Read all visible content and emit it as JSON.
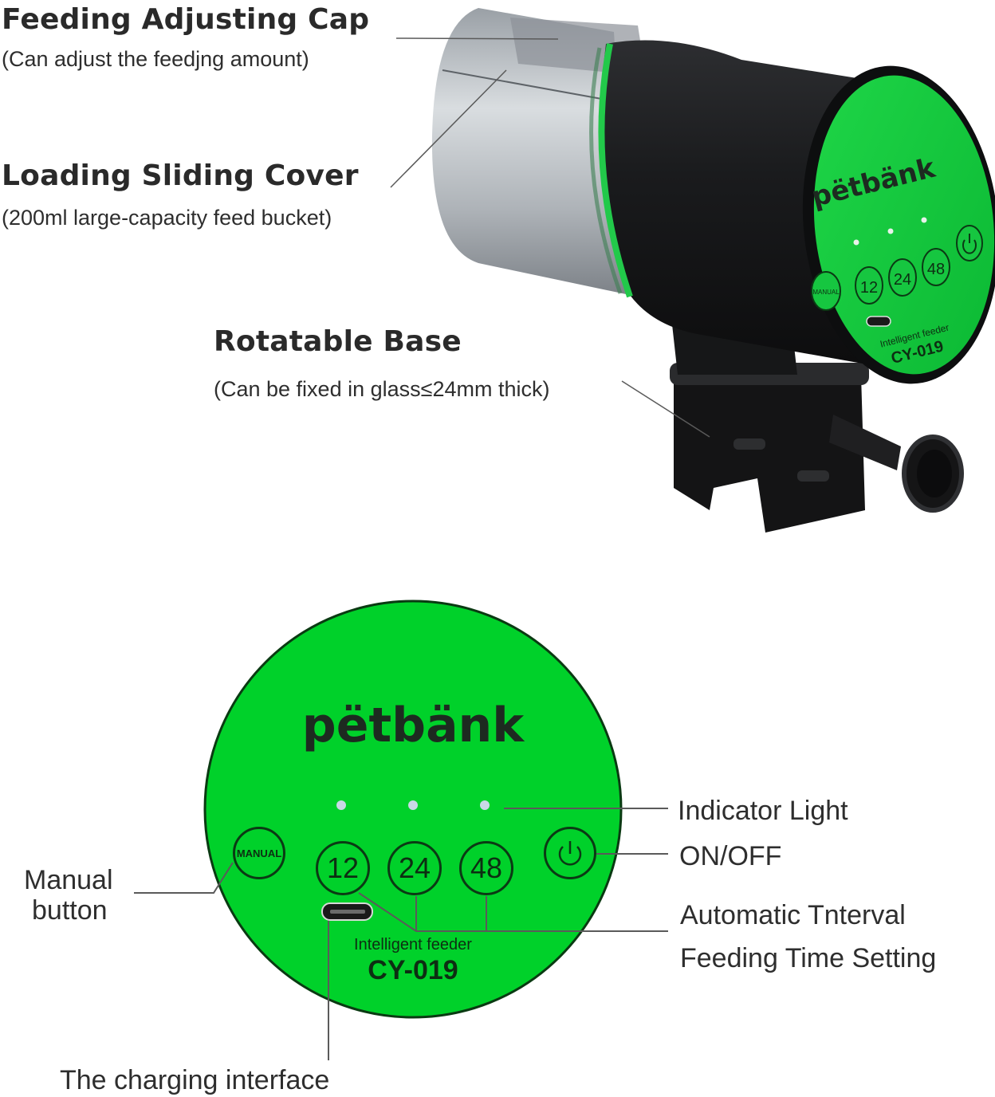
{
  "colors": {
    "panel_green": "#00d12a",
    "panel_edge": "#0a3a12",
    "button_ring": "#0b3a14",
    "indicator_light": "#c9d8e6",
    "device_body": "#1b1c1e",
    "hopper": "#b9bec4",
    "text": "#2b2b2b",
    "leader_line": "#5a5a5a"
  },
  "callouts_top": [
    {
      "title": "Feeding Adjusting Cap",
      "subtitle": "(Can adjust the feedjng amount)"
    },
    {
      "title": "Loading Sliding Cover",
      "subtitle": "(200ml large-capacity feed bucket)"
    },
    {
      "title": "Rotatable Base",
      "subtitle": "(Can be fixed in glass≤24mm thick)"
    }
  ],
  "device": {
    "brand": "pëtbänk",
    "model_caption": "Intelligent feeder",
    "model": "CY-019",
    "buttons": {
      "manual": "MANUAL",
      "interval_12": "12",
      "interval_24": "24",
      "interval_48": "48",
      "power_icon": "power-icon"
    },
    "indicator_count": 3
  },
  "panel_callouts": {
    "indicator_light": "Indicator Light",
    "on_off": "ON/OFF",
    "interval_line1": "Automatic Tnterval",
    "interval_line2": "Feeding Time Setting",
    "manual_line1": "Manual",
    "manual_line2": "button",
    "charging": "The charging interface"
  }
}
